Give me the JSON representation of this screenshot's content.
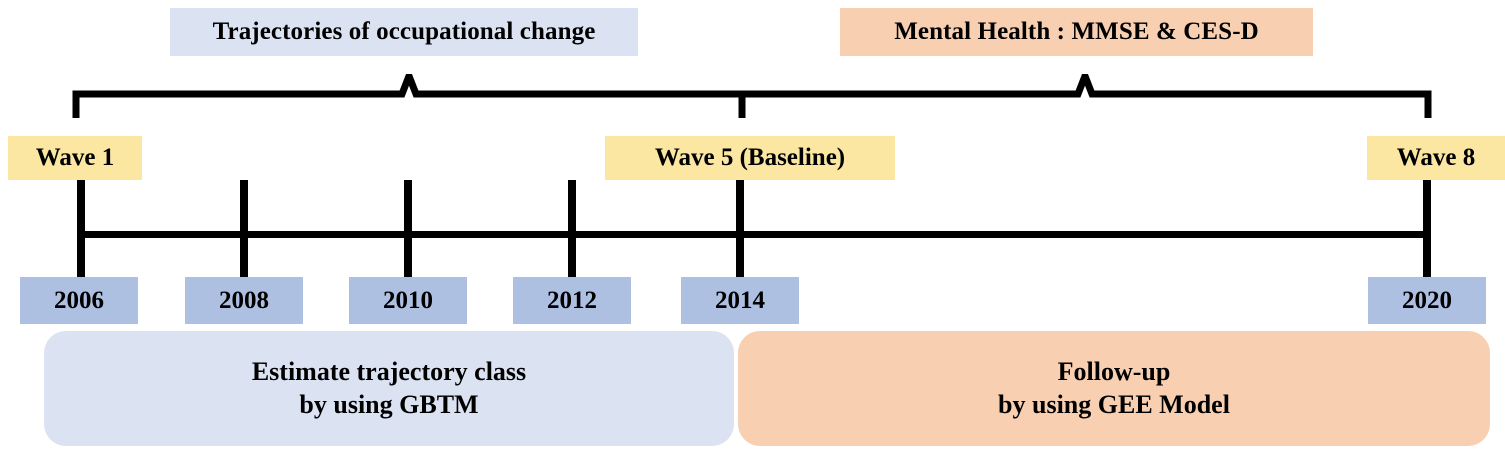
{
  "diagram": {
    "title_top_left": "Trajectories of occupational change",
    "title_top_right": "Mental Health : MMSE & CES-D",
    "colors": {
      "light_blue": "#dbe2f1",
      "peach": "#f8cfb0",
      "yellow": "#fbe6a2",
      "steel_blue": "#adc0e2",
      "line_black": "#000000"
    }
  },
  "phases": [
    {
      "label": "Trajectories of occupational change",
      "color": "#dbe2f1"
    },
    {
      "label": "Mental Health : MMSE & CES-D",
      "color": "#f8cfb0"
    }
  ],
  "waves": [
    {
      "label": "Wave 1",
      "year": "2006"
    },
    {
      "label": "Wave 5 (Baseline)",
      "year": "2014"
    },
    {
      "label": "Wave 8",
      "year": "2020"
    }
  ],
  "timeline": {
    "years": [
      "2006",
      "2008",
      "2010",
      "2012",
      "2014",
      "2020"
    ],
    "wave_markers": [
      "Wave 1",
      "Wave 5 (Baseline)",
      "Wave 8"
    ]
  },
  "methods": [
    {
      "line1": "Estimate trajectory class",
      "line2": "by using GBTM",
      "color": "#dbe2f1"
    },
    {
      "line1": "Follow-up",
      "line2": "by using GEE Model",
      "color": "#f8cfb0"
    }
  ]
}
